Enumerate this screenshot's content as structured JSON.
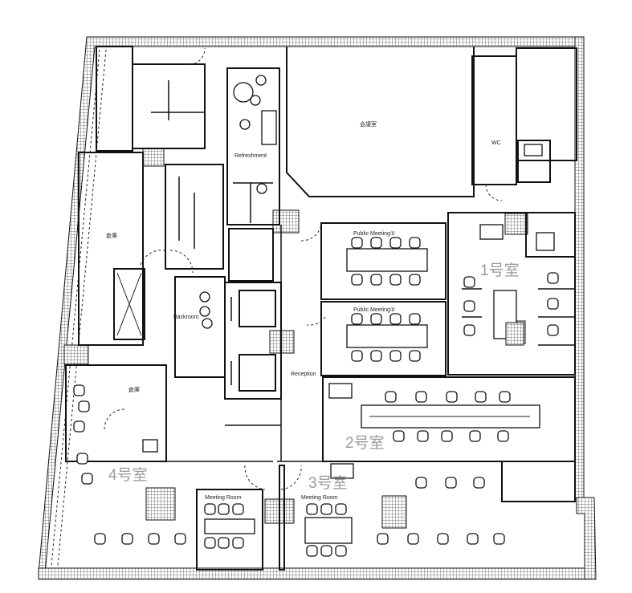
{
  "rooms": {
    "room1": "1号室",
    "room2": "2号室",
    "room3": "3号室",
    "room4": "4号室"
  },
  "labels": {
    "public_meeting_1": "Public Meeting①",
    "public_meeting_2": "Public Meeting②",
    "reception": "Reception",
    "refreshment": "Refreshment",
    "meeting_room_a": "Meeting Room",
    "meeting_room_b": "Meeting Room"
  },
  "colors": {
    "room_number": "#9a9a9a",
    "wall": "#111111"
  }
}
